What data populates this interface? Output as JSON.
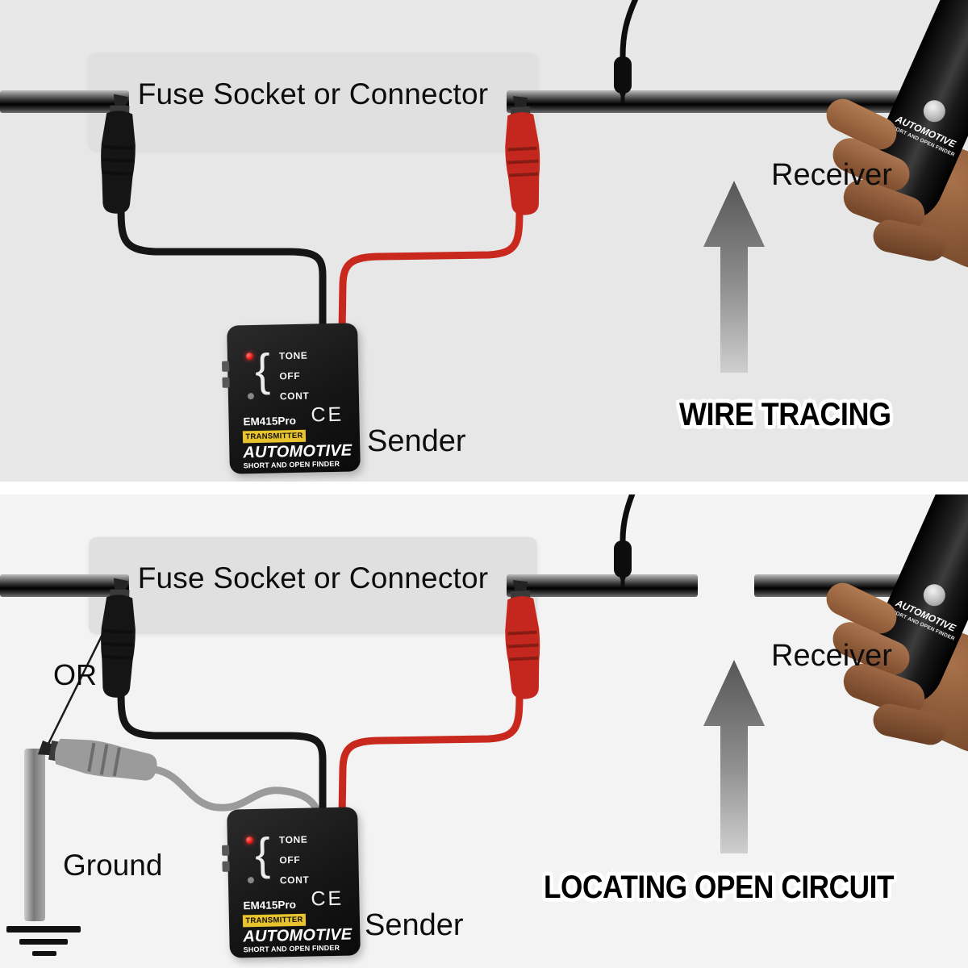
{
  "top_panel": {
    "fuse_socket_label": "Fuse Socket or Connector",
    "receiver_label": "Receiver",
    "sender_label": "Sender",
    "caption": "WIRE TRACING"
  },
  "bottom_panel": {
    "fuse_socket_label": "Fuse Socket or Connector",
    "receiver_label": "Receiver",
    "sender_label": "Sender",
    "caption": "LOCATING OPEN CIRCUIT",
    "or_label": "OR",
    "ground_label": "Ground"
  },
  "sender_device": {
    "switch_brace": "{",
    "switch_positions": [
      "TONE",
      "OFF",
      "CONT"
    ],
    "model": "EM415Pro",
    "certification": "CE",
    "badge": "TRANSMITTER",
    "brand": "AUTOMOTIVE",
    "tagline": "SHORT AND OPEN FINDER"
  },
  "receiver_device": {
    "brand": "AUTOMOTIVE",
    "tagline": "SHORT AND OPEN FINDER"
  },
  "colors": {
    "red_clip": "#c3271d",
    "black_clip": "#151515",
    "gray_clip": "#9b9b9b",
    "transmitter_badge": "#e8c32e",
    "led_on": "#ff2a1e",
    "wire_dark": "#141414",
    "arrow_gray": "#8a8a8a"
  }
}
